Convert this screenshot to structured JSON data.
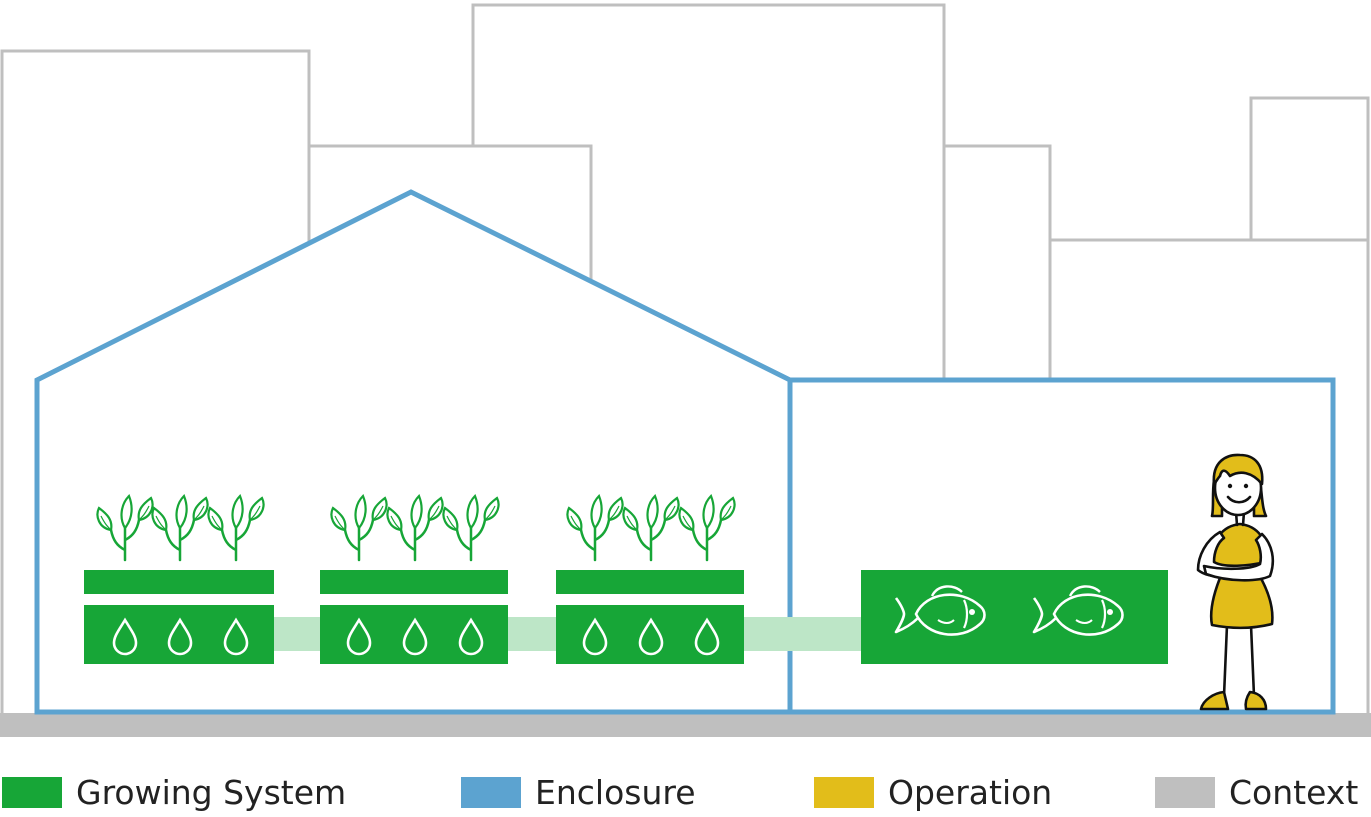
{
  "colors": {
    "growing_system": "#17a637",
    "enclosure": "#5ca3d0",
    "operation": "#e2bd1a",
    "context": "#bfbfbf",
    "water_channel": "#bde6c7"
  },
  "legend": [
    {
      "label": "Growing System",
      "color": "#17a637"
    },
    {
      "label": "Enclosure",
      "color": "#5ca3d0"
    },
    {
      "label": "Operation",
      "color": "#e2bd1a"
    },
    {
      "label": "Context",
      "color": "#bfbfbf"
    }
  ],
  "icons": {
    "plant": "plant-icon",
    "water_drop": "water-drop-icon",
    "fish": "fish-icon",
    "operator": "person-icon"
  },
  "counts": {
    "grow_beds": 3,
    "plants_per_bed": 3,
    "drops_per_bed": 3,
    "fish": 2
  }
}
